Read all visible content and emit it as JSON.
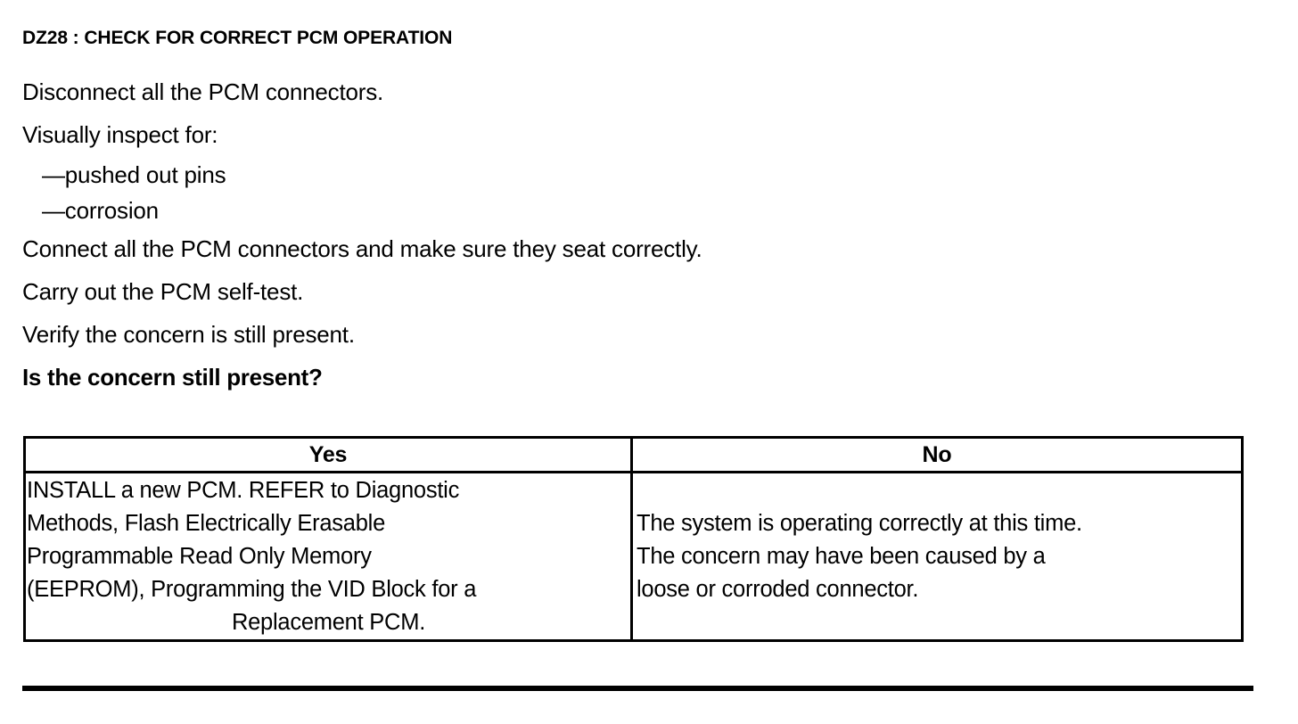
{
  "document": {
    "step_title": "DZ28 : CHECK FOR CORRECT PCM OPERATION",
    "instructions": [
      {
        "text": "Disconnect all the PCM connectors.",
        "style": "normal"
      },
      {
        "text": "Visually inspect for:",
        "style": "normal"
      },
      {
        "text": "—pushed out pins",
        "style": "sub"
      },
      {
        "text": "—corrosion",
        "style": "sub"
      },
      {
        "text": "Connect all the PCM connectors and make sure they seat correctly.",
        "style": "normal"
      },
      {
        "text": "Carry out the PCM self-test.",
        "style": "normal"
      },
      {
        "text": "Verify the concern is still present.",
        "style": "normal"
      },
      {
        "text": "Is the concern still present?",
        "style": "bold"
      }
    ],
    "decision_table": {
      "headers": [
        "Yes",
        "No"
      ],
      "cells": {
        "yes": {
          "lines": [
            "INSTALL a new PCM. REFER to Diagnostic",
            "Methods, Flash Electrically Erasable",
            "Programmable Read Only Memory",
            "(EEPROM), Programming the VID Block for a",
            "Replacement PCM."
          ],
          "last_line_centered": true
        },
        "no": {
          "lines": [
            "The system is operating correctly at this time.",
            "The concern may have been caused by a",
            "loose or corroded connector."
          ],
          "last_line_centered": false
        }
      }
    },
    "colors": {
      "text": "#000000",
      "background": "#ffffff",
      "rule": "#000000"
    }
  }
}
